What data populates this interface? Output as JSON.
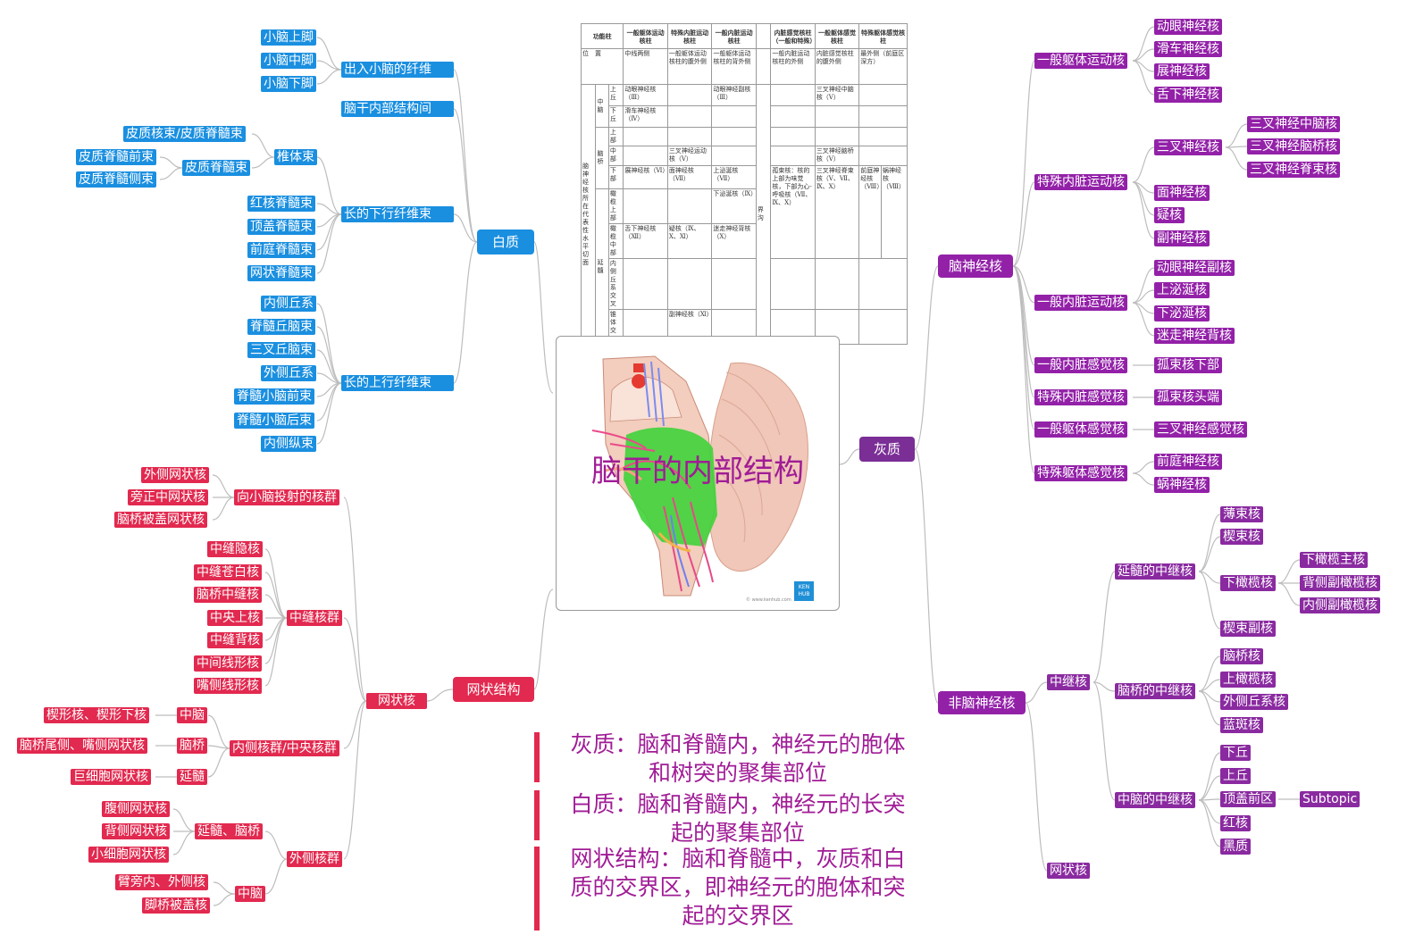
{
  "center": {
    "title": "脑干的内部结构",
    "watermark_logo": "KEN HUB",
    "credit": "© www.kenhub.com"
  },
  "definitions": [
    {
      "l1": "灰质：脑和脊髓内，神经元的胞体",
      "l2": "和树突的聚集部位"
    },
    {
      "l1": "白质：脑和脊髓内，神经元的长突",
      "l2": "起的聚集部位"
    },
    {
      "l1": "网状结构：脑和脊髓中，灰质和白",
      "l2": "质的交界区，即神经元的胞体和突",
      "l3": "起的交界区"
    }
  ],
  "white": {
    "label": "白质",
    "b1": {
      "label": "出入小脑的纤维",
      "items": [
        "小脑上脚",
        "小脑中脚",
        "小脑下脚"
      ]
    },
    "b2": {
      "label": "脑干内部结构间"
    },
    "b3": {
      "label": "长的下行纤维束",
      "pyr": "椎体束",
      "cortico": [
        "皮质核束/皮质脊髓束"
      ],
      "cs": "皮质脊髓束",
      "cs_items": [
        "皮质脊髓前束",
        "皮质脊髓侧束"
      ],
      "others": [
        "红核脊髓束",
        "顶盖脊髓束",
        "前庭脊髓束",
        "网状脊髓束"
      ]
    },
    "b4": {
      "label": "长的上行纤维束",
      "items": [
        "内侧丘系",
        "脊髓丘脑束",
        "三叉丘脑束",
        "外侧丘系",
        "脊髓小脑前束",
        "脊髓小脑后束",
        "内侧纵束"
      ]
    }
  },
  "reticular": {
    "label": "网状结构",
    "nuc": "网状核",
    "g1": {
      "label": "向小脑投射的核群",
      "items": [
        "外侧网状核",
        "旁正中网状核",
        "脑桥被盖网状核"
      ]
    },
    "g2": {
      "label": "中缝核群",
      "items": [
        "中缝隐核",
        "中缝苍白核",
        "脑桥中缝核",
        "中央上核",
        "中缝背核",
        "中间线形核",
        "嘴侧线形核"
      ]
    },
    "g3": {
      "label": "内侧核群/中央核群",
      "subs": [
        {
          "region": "中脑",
          "item": "楔形核、楔形下核"
        },
        {
          "region": "脑桥",
          "item": "脑桥尾侧、嘴侧网状核"
        },
        {
          "region": "延髓",
          "item": "巨细胞网状核"
        }
      ]
    },
    "g4": {
      "label": "外侧核群",
      "s1": {
        "region": "延髓、脑桥",
        "items": [
          "腹侧网状核",
          "背侧网状核",
          "小细胞网状核"
        ]
      },
      "s2": {
        "region": "中脑",
        "items": [
          "臂旁内、外侧核",
          "脚桥被盖核"
        ]
      }
    }
  },
  "gray": {
    "label": "灰质",
    "cn": {
      "label": "脑神经核",
      "gse": {
        "label": "一般躯体运动核",
        "items": [
          "动眼神经核",
          "滑车神经核",
          "展神经核",
          "舌下神经核"
        ]
      },
      "sve": {
        "label": "特殊内脏运动核",
        "trig": "三叉神经核",
        "trig_items": [
          "三叉神经中脑核",
          "三叉神经脑桥核",
          "三叉神经脊束核"
        ],
        "others": [
          "面神经核",
          "疑核",
          "副神经核"
        ]
      },
      "gve": {
        "label": "一般内脏运动核",
        "items": [
          "动眼神经副核",
          "上泌涎核",
          "下泌涎核",
          "迷走神经背核"
        ]
      },
      "gva": {
        "label": "一般内脏感觉核",
        "item": "孤束核下部"
      },
      "sva": {
        "label": "特殊内脏感觉核",
        "item": "孤束核头端"
      },
      "gsa": {
        "label": "一般躯体感觉核",
        "item": "三叉神经感觉核"
      },
      "ssa": {
        "label": "特殊躯体感觉核",
        "items": [
          "前庭神经核",
          "蜗神经核"
        ]
      }
    },
    "ncn": {
      "label": "非脑神经核",
      "relay": "中继核",
      "medulla": {
        "label": "延髓的中继核",
        "a": [
          "薄束核",
          "楔束核"
        ],
        "io": "下橄榄核",
        "io_items": [
          "下橄榄主核",
          "背侧副橄榄核",
          "内侧副橄榄核"
        ],
        "b": "楔束副核"
      },
      "pons": {
        "label": "脑桥的中继核",
        "items": [
          "脑桥核",
          "上橄榄核",
          "外侧丘系核",
          "蓝斑核"
        ]
      },
      "mid": {
        "label": "中脑的中继核",
        "items": [
          "下丘",
          "上丘",
          "顶盖前区",
          "红核",
          "黑质"
        ],
        "topic": "Subtopic"
      },
      "ret": "网状核"
    }
  },
  "table": {
    "header": [
      "功能柱",
      "一般躯体运动核柱",
      "特殊内脏运动核柱",
      "一般内脏运动核柱",
      "内脏感觉核柱（一般和特殊）",
      "一般躯体感觉核柱",
      "特殊躯体感觉核柱"
    ],
    "pos": [
      "位　置",
      "中线两侧",
      "一般躯体运动核柱的腹外侧",
      "一般躯体运动核柱的背外侧",
      "一般内脏运动核柱的外侧",
      "内脏感觉核柱的腹外侧",
      "最外侧（前庭区深方）"
    ],
    "side": "脑神经核所在代表性水平切面",
    "regions": [
      "中脑",
      "脑桥",
      "延髓"
    ],
    "sulcus": "界　沟",
    "levels": [
      "上丘",
      "下丘",
      "上部",
      "中部",
      "下部",
      "橄榄上部",
      "橄榄中部",
      "内侧丘系交叉",
      "锥体交叉"
    ],
    "c_gse_1": "动眼神经核（Ⅲ）",
    "c_gse_2": "滑车神经核（Ⅳ）",
    "c_gse_3": "展神经核（Ⅵ）",
    "c_gse_4": "舌下神经核（Ⅻ）",
    "c_sve_1": "三叉神经运动核（Ⅴ）",
    "c_sve_2": "面神经核（Ⅶ）",
    "c_sve_3": "疑核（Ⅸ、Ⅹ、Ⅺ）",
    "c_sve_4": "副神经核（Ⅺ）",
    "c_gve_1": "动眼神经副核（Ⅲ）",
    "c_gve_2": "上泌涎核（Ⅶ）",
    "c_gve_3": "下泌涎核（Ⅸ）",
    "c_gve_4": "迷走神经背核（Ⅹ）",
    "c_va": "孤束核：核的上部为味觉核，下部为心-呼吸核（Ⅶ、Ⅸ、Ⅹ）",
    "c_gsa_1": "三叉神经中脑核（Ⅴ）",
    "c_gsa_2": "三叉神经脑桥核（Ⅴ）",
    "c_gsa_3": "三叉神经脊束核（Ⅴ、Ⅶ、Ⅸ、Ⅹ）",
    "c_ssa_1": "前庭神经核（Ⅷ）",
    "c_ssa_2": "蜗神经核（Ⅷ）"
  },
  "colors": {
    "white": "#1a8fe0",
    "reticular": "#e2294f",
    "gray": "#7a2e96",
    "nuclei": "#9321a8",
    "title": "#a01c96"
  }
}
